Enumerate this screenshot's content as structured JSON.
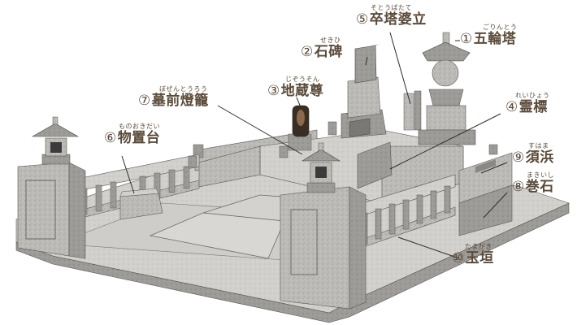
{
  "colors": {
    "label": "#5a4a3a",
    "granite_light": "#c8c6c2",
    "granite_mid": "#a9a7a3",
    "granite_dark": "#7d7b78",
    "leader": "#2b2b2b"
  },
  "labels": [
    {
      "id": "gorinto",
      "num": "①",
      "text": "五輪塔",
      "ruby": "ごりんとう"
    },
    {
      "id": "sekihi",
      "num": "②",
      "text": "石碑",
      "ruby": "せきひ"
    },
    {
      "id": "jizo",
      "num": "③",
      "text": "地蔵尊",
      "ruby": "じぞうそん"
    },
    {
      "id": "reihyo",
      "num": "④",
      "text": "霊標",
      "ruby": "れいひょう"
    },
    {
      "id": "sotoba",
      "num": "⑤",
      "text": "卒塔婆立",
      "ruby": "そとうばたて"
    },
    {
      "id": "monooki",
      "num": "⑥",
      "text": "物置台",
      "ruby": "ものおきだい"
    },
    {
      "id": "bozen",
      "num": "⑦",
      "text": "墓前燈籠",
      "ruby": "ぼぜんとうろう"
    },
    {
      "id": "makiishi",
      "num": "⑧",
      "text": "巻石",
      "ruby": "まきいし"
    },
    {
      "id": "suhama",
      "num": "⑨",
      "text": "須浜",
      "ruby": "すはま"
    },
    {
      "id": "tamagaki",
      "num": "⑩",
      "text": "玉垣",
      "ruby": "たまがき"
    }
  ]
}
